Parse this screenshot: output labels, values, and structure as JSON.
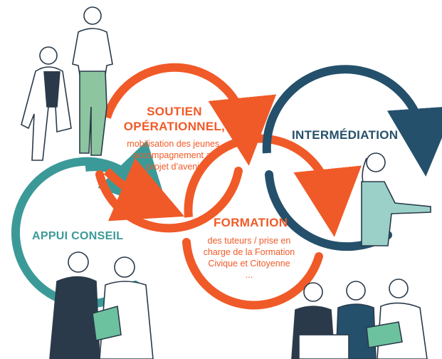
{
  "colors": {
    "orange": "#f05a28",
    "teal": "#3b9a98",
    "navy": "#24506b",
    "ink": "#2a3a4a"
  },
  "soutien": {
    "title_line1": "SOUTIEN",
    "title_line2": "OPÉRATIONNEL,",
    "sub_line1": "mobilisation des jeunes,",
    "sub_line2": "accompagnement au",
    "sub_line3": "projet d’avenir"
  },
  "intermediation": {
    "title": "INTERMÉDIATION"
  },
  "formation": {
    "title": "FORMATION",
    "sub_line1": "des tuteurs / prise en",
    "sub_line2": "charge de la Formation",
    "sub_line3": "Civique et Citoyenne",
    "sub_line4": "..."
  },
  "appui": {
    "title": "APPUI CONSEIL"
  }
}
